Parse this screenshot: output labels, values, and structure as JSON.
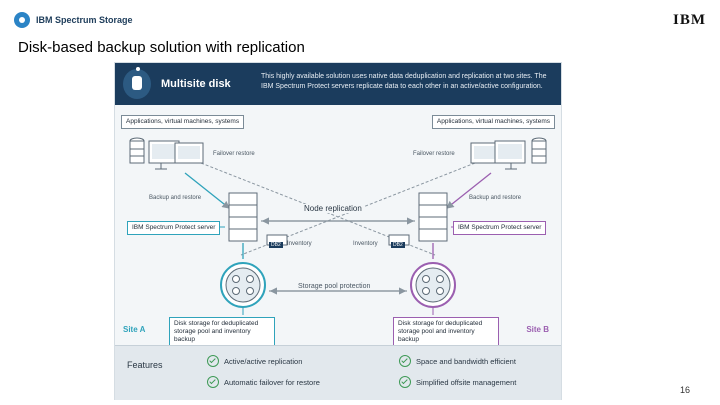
{
  "brand": {
    "name": "IBM Spectrum Storage"
  },
  "corner_logo": "IBM",
  "title": "Disk-based backup solution with replication",
  "page_number": "16",
  "diagram": {
    "header": {
      "title": "Multisite disk",
      "description": "This highly available solution uses native data deduplication and replication at two sites. The IBM Spectrum Protect servers replicate data to each other in an active/active configuration."
    },
    "site_a": {
      "label": "Site A",
      "apps": "Applications, virtual machines, systems",
      "failover": "Failover restore",
      "backup": "Backup and restore",
      "server": "IBM Spectrum Protect server",
      "inventory": "Inventory",
      "storage": "Disk storage for deduplicated storage pool and inventory backup"
    },
    "site_b": {
      "label": "Site B",
      "apps": "Applications, virtual machines, systems",
      "failover": "Failover restore",
      "backup": "Backup and restore",
      "server": "IBM Spectrum Protect server",
      "inventory": "Inventory",
      "storage": "Disk storage for deduplicated storage pool and inventory backup"
    },
    "node_replication": "Node replication",
    "storage_pool_protection": "Storage pool protection",
    "db_badge": "DB2",
    "features": {
      "title": "Features",
      "items": [
        "Active/active replication",
        "Space and bandwidth efficient",
        "Automatic failover for restore",
        "Simplified offsite management"
      ]
    }
  },
  "colors": {
    "site_a_accent": "#2fa3bb",
    "site_b_accent": "#9b5fb0",
    "header_bg": "#1b3c5d"
  }
}
